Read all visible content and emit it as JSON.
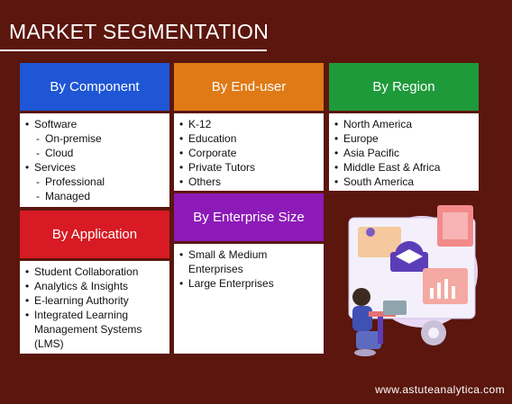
{
  "header": {
    "title": "MARKET SEGMENTATION"
  },
  "colors": {
    "background": "#5b160d",
    "component": "#1e56d6",
    "end_user": "#e07a16",
    "region": "#1e9a3a",
    "application": "#d71a24",
    "enterprise_size": "#8d1ab8"
  },
  "segments": {
    "component": {
      "title": "By Component",
      "items": [
        {
          "label": "Software",
          "level": "top"
        },
        {
          "label": "On-premise",
          "level": "sub"
        },
        {
          "label": "Cloud",
          "level": "sub"
        },
        {
          "label": "Services",
          "level": "top"
        },
        {
          "label": "Professional",
          "level": "sub"
        },
        {
          "label": "Managed",
          "level": "sub"
        }
      ]
    },
    "end_user": {
      "title": "By End-user",
      "items": [
        "K-12",
        "Education",
        "Corporate",
        "Private Tutors",
        "Others"
      ]
    },
    "region": {
      "title": "By Region",
      "items": [
        "North America",
        "Europe",
        "Asia Pacific",
        "Middle East & Africa",
        "South America"
      ]
    },
    "application": {
      "title": "By Application",
      "items": [
        "Student Collaboration",
        "Analytics & Insights",
        "E-learning Authority",
        "Integrated Learning Management Systems (LMS)"
      ]
    },
    "enterprise_size": {
      "title": "By Enterprise Size",
      "items": [
        "Small & Medium Enterprises",
        "Large Enterprises"
      ]
    }
  },
  "footer": {
    "website": "www.astuteanalytica.com"
  },
  "illustration": {
    "icon": "person-at-laptop-elearning-illustration"
  }
}
